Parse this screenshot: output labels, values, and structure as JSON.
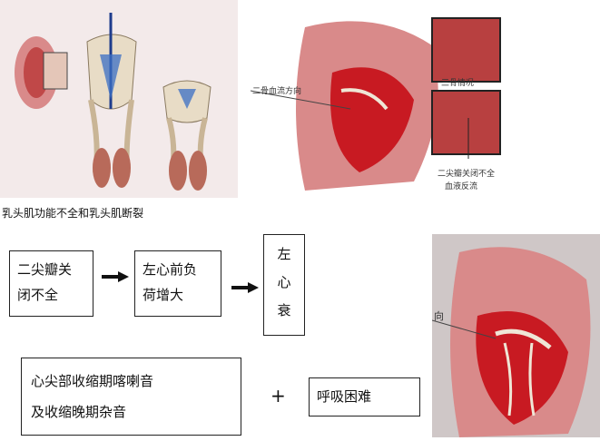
{
  "top_left": {
    "caption": "乳头肌功能不全和乳头肌断裂"
  },
  "top_right": {
    "label_left": "二骨血流方向",
    "label_top_right": "三骨情况",
    "label_bottom_right_line1": "二尖瓣关闭不全",
    "label_bottom_right_line2": "血液反流"
  },
  "flow": {
    "box1": {
      "line1": "二尖瓣关",
      "line2": "闭不全"
    },
    "box2": {
      "line1": "左心前负",
      "line2": "荷增大"
    },
    "box3": {
      "line1": "左",
      "line2": "心",
      "line3": "衰"
    },
    "box4": {
      "line1": "心尖部收缩期喀喇音",
      "line2": "及收缩晚期杂音"
    },
    "plus": "+",
    "box5": {
      "line1": "呼吸困难"
    }
  },
  "bottom_right": {
    "label_fragment": "向"
  },
  "colors": {
    "heart_red": "#c81a22",
    "heart_pink": "#d98a8a",
    "muscle": "#b86a5a",
    "valve_cream": "#efe6d6"
  }
}
